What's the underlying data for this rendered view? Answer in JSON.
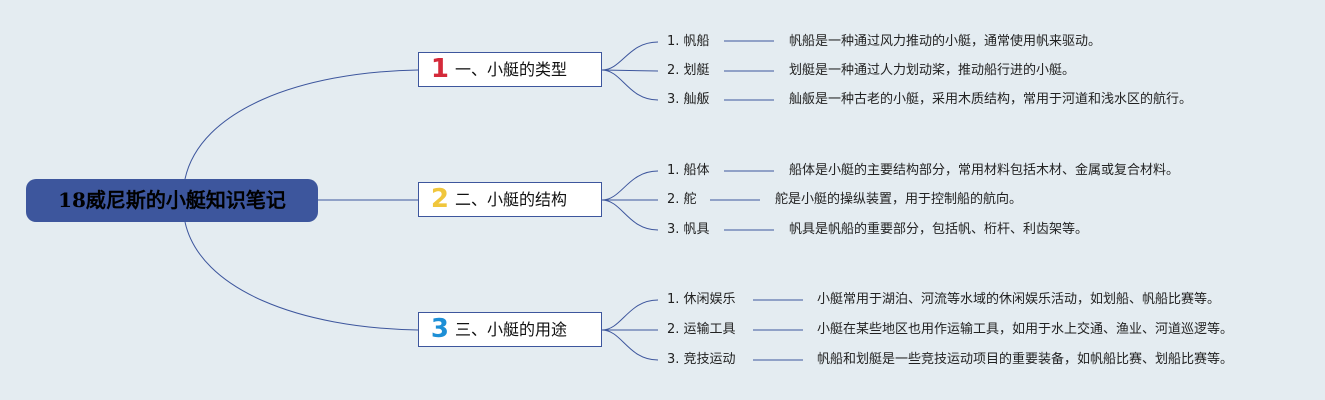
{
  "root": {
    "title": "18威尼斯的小艇知识笔记"
  },
  "colors": {
    "background": "#e4ecf1",
    "root_fill": "#3d569d",
    "line": "#3d569d",
    "num1": "#d42a3a",
    "num2": "#f0c63c",
    "num3": "#1d8fd6"
  },
  "branches": [
    {
      "number": "1",
      "label": "一、小艇的类型",
      "items": [
        {
          "label": "1. 帆船",
          "note": "帆船是一种通过风力推动的小艇，通常使用帆来驱动。"
        },
        {
          "label": "2. 划艇",
          "note": "划艇是一种通过人力划动桨，推动船行进的小艇。"
        },
        {
          "label": "3. 舢舨",
          "note": "舢舨是一种古老的小艇，采用木质结构，常用于河道和浅水区的航行。"
        }
      ]
    },
    {
      "number": "2",
      "label": "二、小艇的结构",
      "items": [
        {
          "label": "1. 船体",
          "note": "船体是小艇的主要结构部分，常用材料包括木材、金属或复合材料。"
        },
        {
          "label": "2. 舵",
          "note": "舵是小艇的操纵装置，用于控制船的航向。"
        },
        {
          "label": "3. 帆具",
          "note": "帆具是帆船的重要部分，包括帆、桁杆、利齿架等。"
        }
      ]
    },
    {
      "number": "3",
      "label": "三、小艇的用途",
      "items": [
        {
          "label": "1. 休闲娱乐",
          "note": "小艇常用于湖泊、河流等水域的休闲娱乐活动，如划船、帆船比赛等。"
        },
        {
          "label": "2. 运输工具",
          "note": "小艇在某些地区也用作运输工具，如用于水上交通、渔业、河道巡逻等。"
        },
        {
          "label": "3. 竞技运动",
          "note": "帆船和划艇是一些竞技运动项目的重要装备，如帆船比赛、划船比赛等。"
        }
      ]
    }
  ]
}
